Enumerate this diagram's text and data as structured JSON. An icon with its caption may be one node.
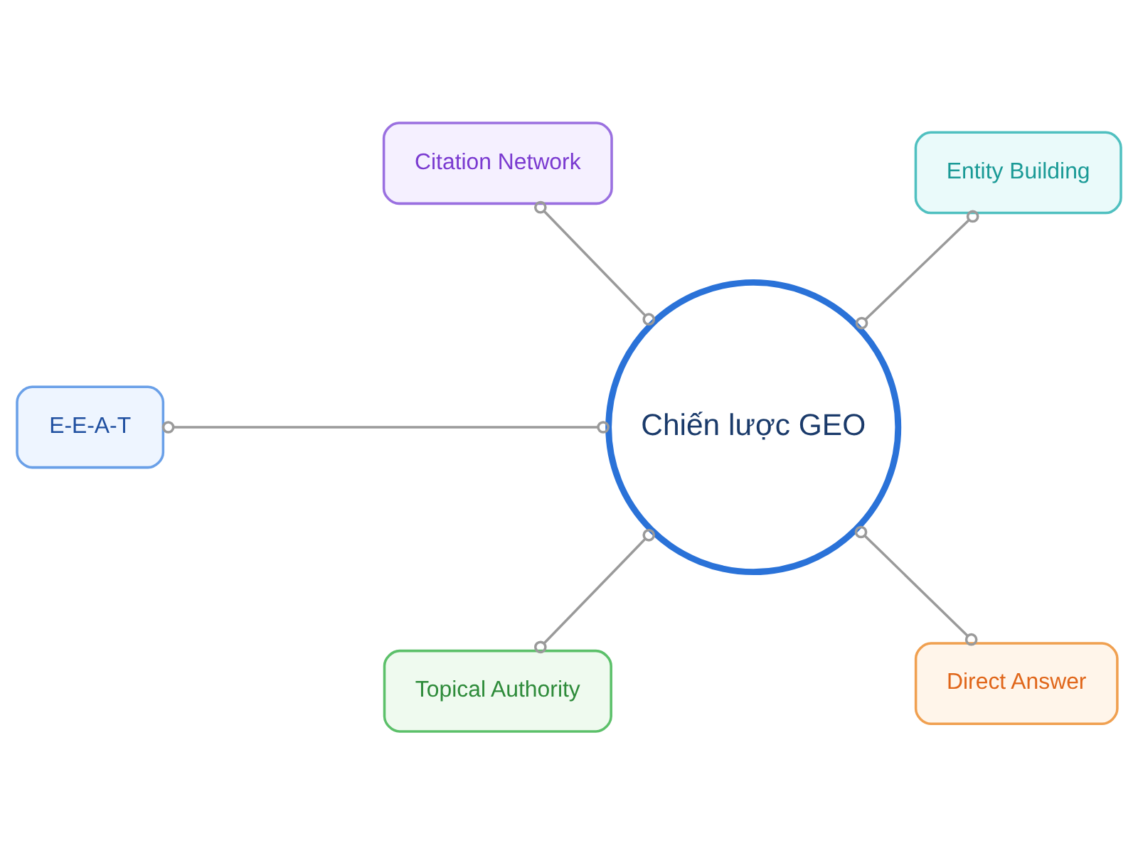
{
  "diagram": {
    "nodes": [
      {
        "text": [
          "E-E-A-T"
        ]
      },
      {
        "text": [
          "Topical Authority"
        ]
      },
      {
        "text": [
          "Chiến lược GEO"
        ]
      },
      {
        "text": [
          "Direct Answer"
        ]
      },
      {
        "text": [
          "Entity Building"
        ]
      },
      {
        "text": [
          "Citation Network"
        ]
      }
    ],
    "edges": [
      {
        "from": 2,
        "to": 0,
        "arrow": "other"
      },
      {
        "from": 2,
        "to": 1,
        "arrow": "other"
      },
      {
        "from": 2,
        "to": 3,
        "arrow": "other"
      },
      {
        "from": 2,
        "to": 4,
        "arrow": "other"
      },
      {
        "from": 2,
        "to": 5,
        "arrow": "other"
      }
    ]
  }
}
